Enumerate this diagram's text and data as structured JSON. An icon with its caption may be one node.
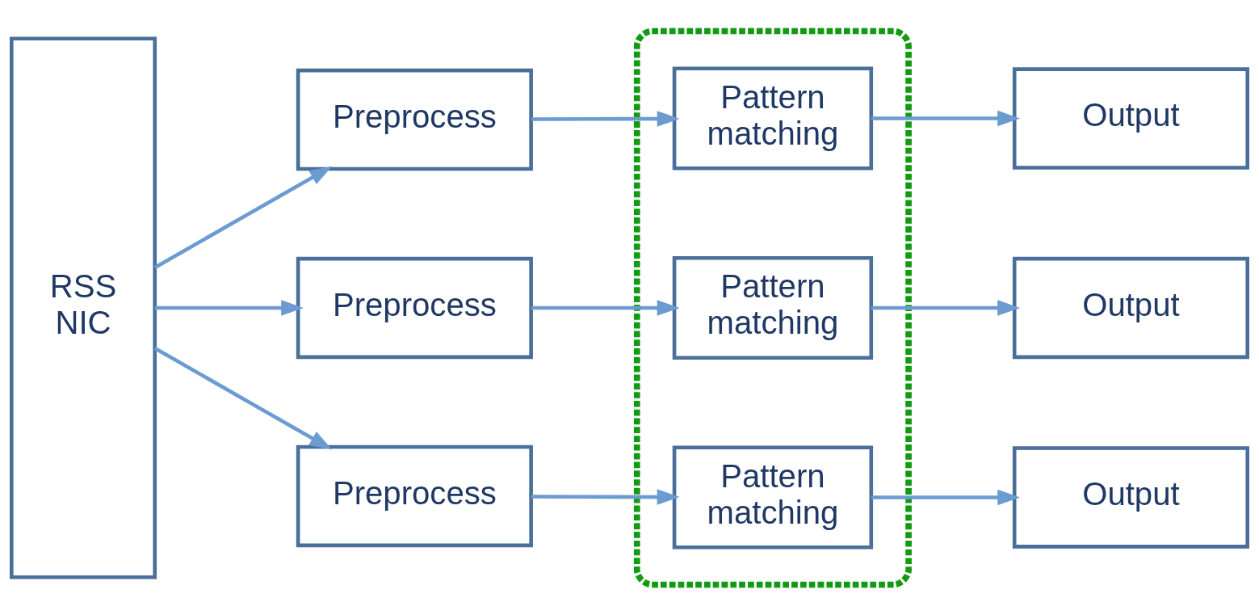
{
  "diagram": {
    "nodes": [
      {
        "text": [
          "RSS NIC"
        ]
      },
      {
        "text": [
          "Preprocess"
        ]
      },
      {
        "text": [
          "Preprocess"
        ]
      },
      {
        "text": [
          "Preprocess"
        ]
      },
      {
        "text": [],
        "shape": "box"
      },
      {
        "text": [
          "Pattern matching"
        ],
        "in": 4
      },
      {
        "text": [
          "Pattern matching"
        ],
        "in": 4
      },
      {
        "text": [
          "Pattern matching"
        ],
        "in": 4
      },
      {
        "text": [
          "Output"
        ]
      },
      {
        "text": [
          "Output"
        ]
      },
      {
        "text": [
          "Output"
        ]
      }
    ],
    "edges": [
      {
        "from": 0,
        "to": 1,
        "arrow": "to"
      },
      {
        "from": 0,
        "to": 2,
        "arrow": "to"
      },
      {
        "from": 0,
        "to": 3,
        "arrow": "to"
      },
      {
        "from": 1,
        "to": 5,
        "arrow": "to"
      },
      {
        "from": 2,
        "to": 6,
        "arrow": "to"
      },
      {
        "from": 3,
        "to": 7,
        "arrow": "to"
      },
      {
        "from": 5,
        "to": 8,
        "arrow": "to"
      },
      {
        "from": 6,
        "to": 9,
        "arrow": "to"
      },
      {
        "from": 7,
        "to": 10,
        "arrow": "to"
      }
    ]
  }
}
